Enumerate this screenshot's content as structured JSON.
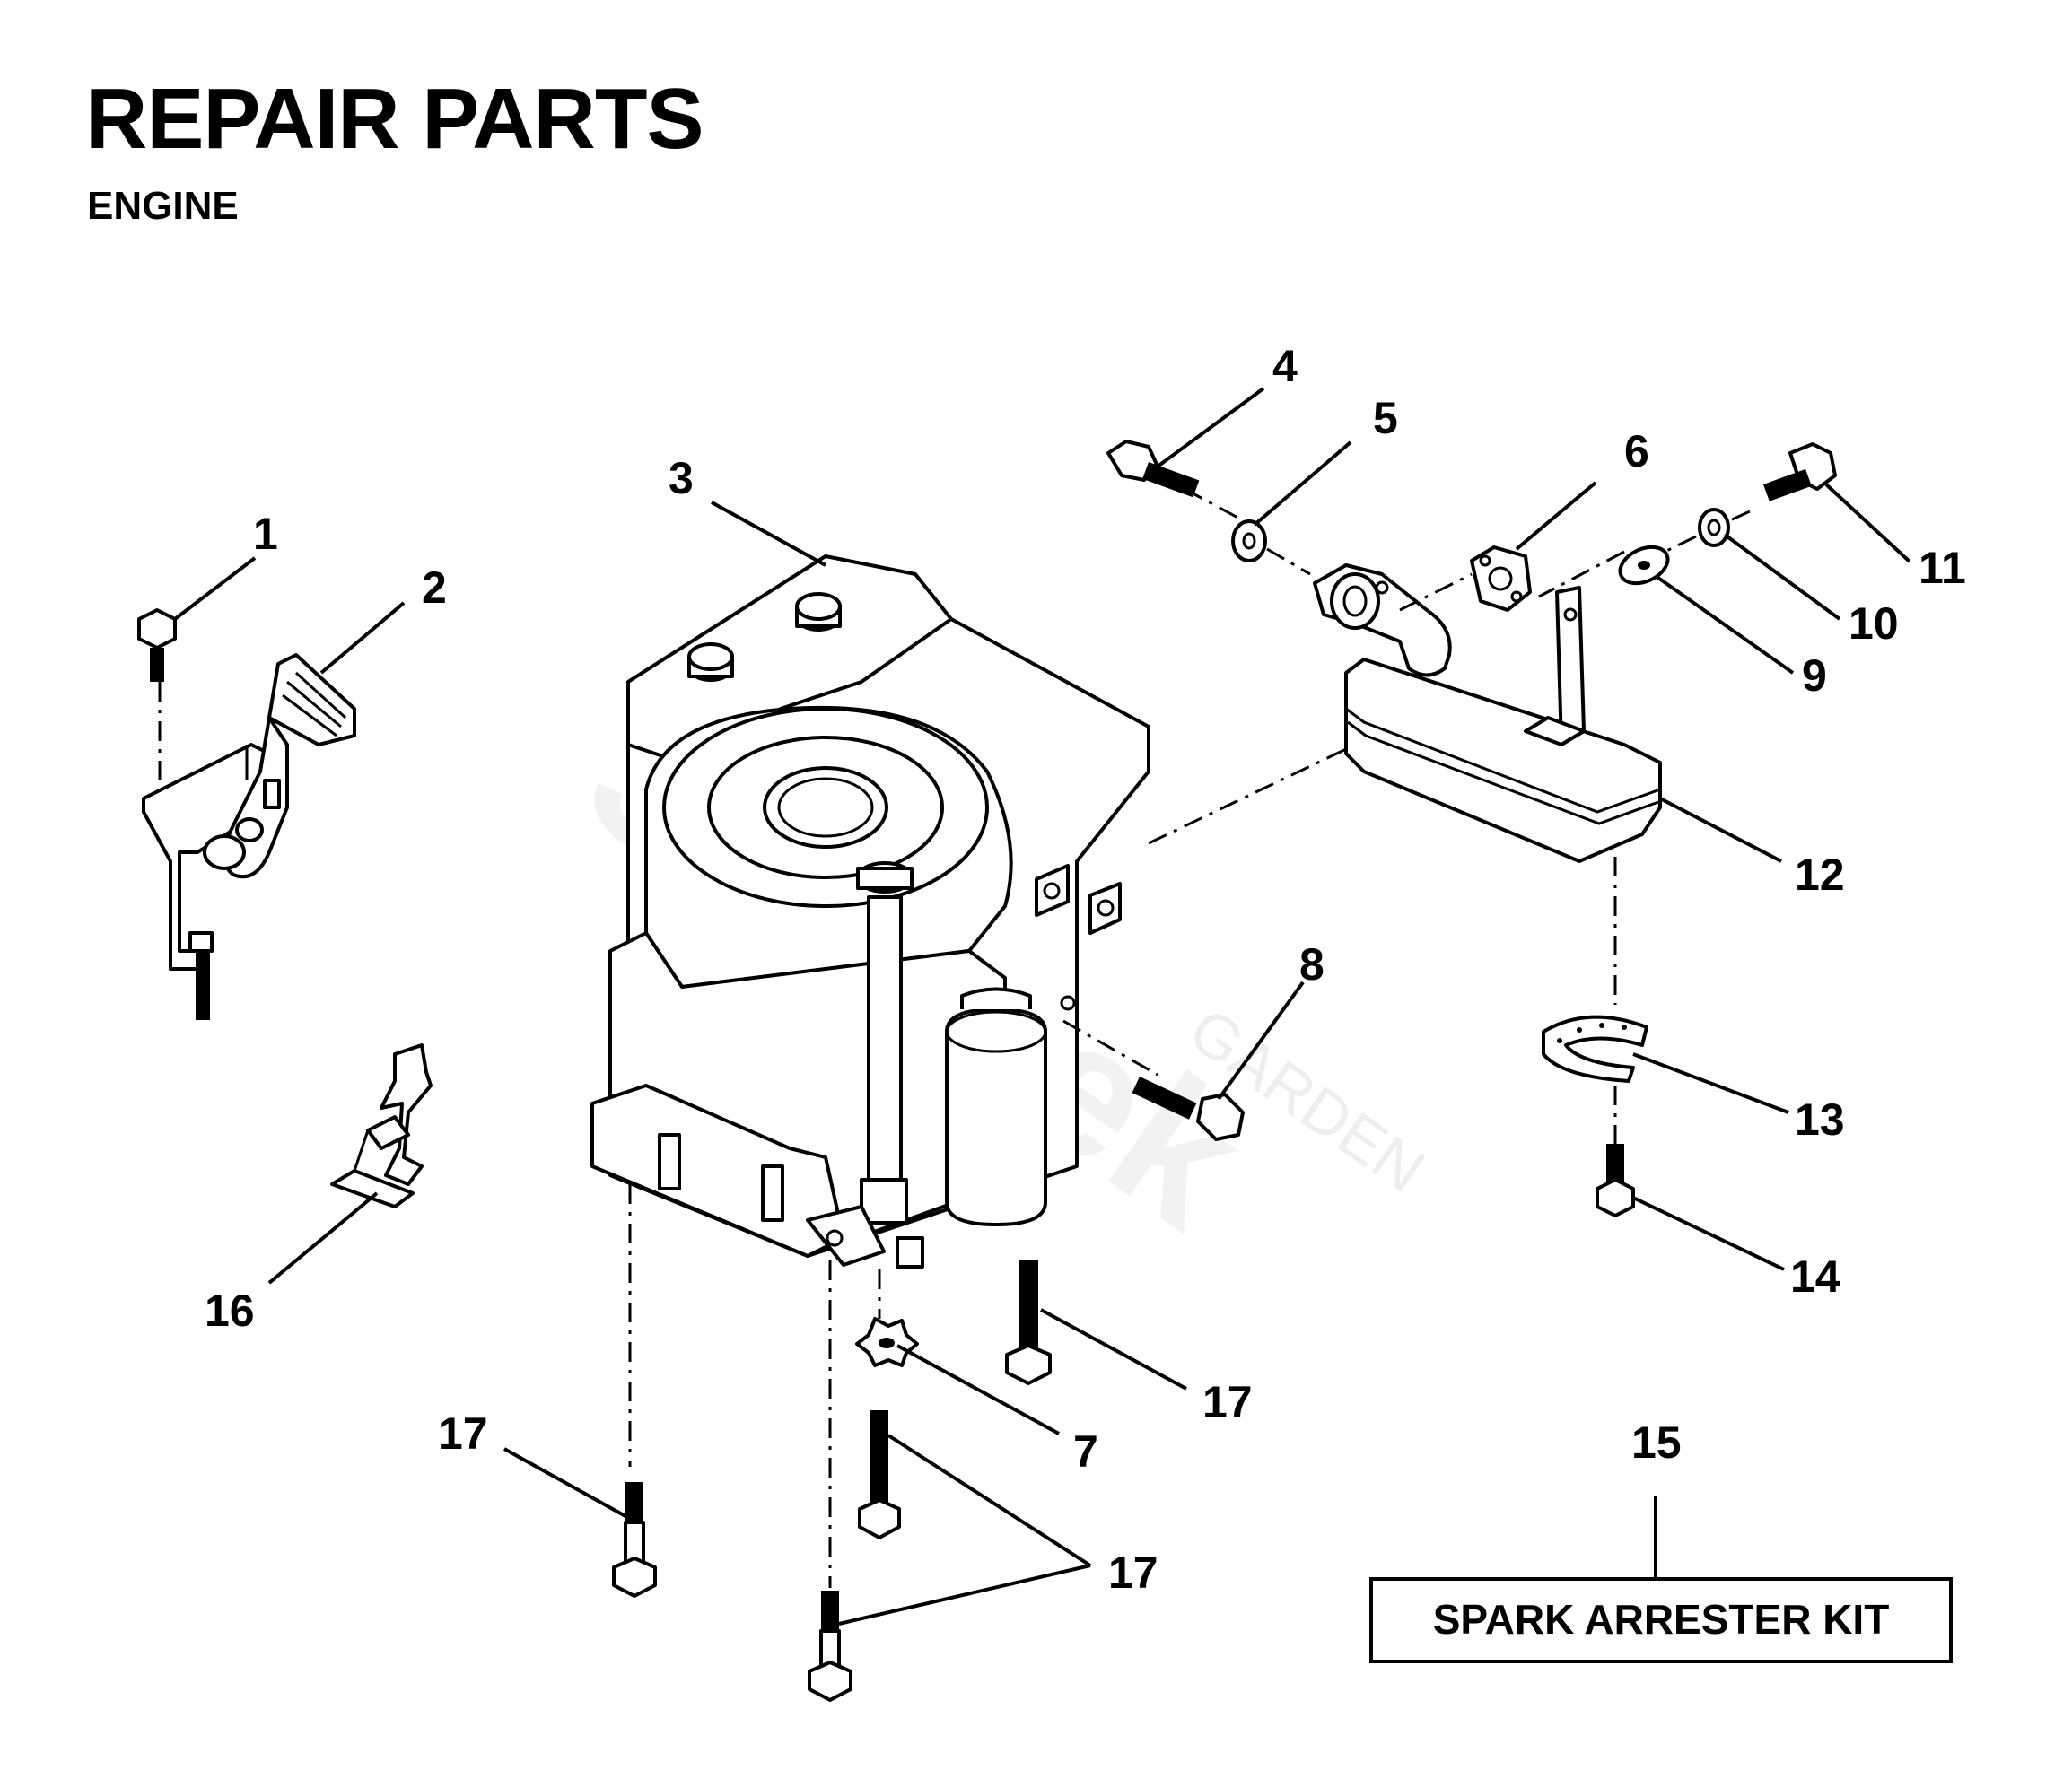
{
  "header": {
    "title": "REPAIR PARTS",
    "subtitle": "ENGINE"
  },
  "callouts": {
    "c1": "1",
    "c2": "2",
    "c3": "3",
    "c4": "4",
    "c5": "5",
    "c6": "6",
    "c7": "7",
    "c8": "8",
    "c9": "9",
    "c10": "10",
    "c11": "11",
    "c12": "12",
    "c13": "13",
    "c14": "14",
    "c15": "15",
    "c16": "16",
    "c17a": "17",
    "c17b": "17",
    "c17c": "17"
  },
  "kit_box": {
    "label": "SPARK ARRESTER KIT"
  },
  "watermark": {
    "brand": "Strojček",
    "tagline": "GARDEN"
  }
}
